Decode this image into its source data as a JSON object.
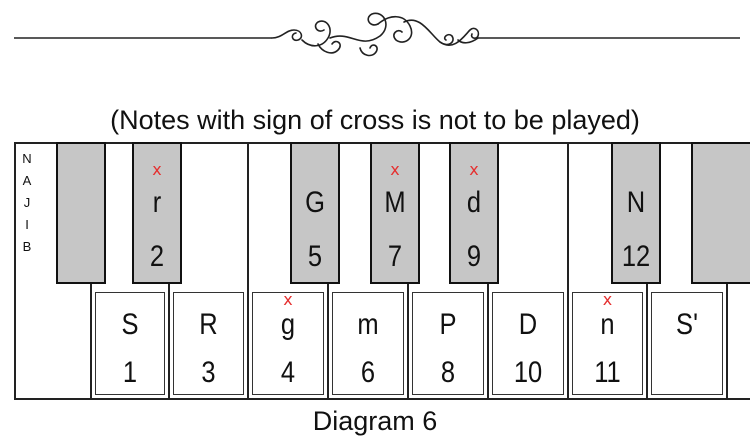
{
  "top_caption": "(Notes with sign of cross is not to be played)",
  "bottom_caption": "Diagram 6",
  "side_label": [
    "N",
    "A",
    "J",
    "I",
    "B"
  ],
  "cross_symbol": "x",
  "white_keys": [
    {
      "name": "",
      "number": "",
      "crossed": false
    },
    {
      "name": "S",
      "number": "1",
      "crossed": false
    },
    {
      "name": "R",
      "number": "3",
      "crossed": false
    },
    {
      "name": "g",
      "number": "4",
      "crossed": true
    },
    {
      "name": "m",
      "number": "6",
      "crossed": false
    },
    {
      "name": "P",
      "number": "8",
      "crossed": false
    },
    {
      "name": "D",
      "number": "10",
      "crossed": false
    },
    {
      "name": "n",
      "number": "11",
      "crossed": true
    },
    {
      "name": "S'",
      "number": "",
      "crossed": false
    },
    {
      "name": "",
      "number": "",
      "crossed": false
    }
  ],
  "black_keys": [
    {
      "name": "",
      "number": "",
      "crossed": false
    },
    {
      "name": "r",
      "number": "2",
      "crossed": true
    },
    {
      "name": "G",
      "number": "5",
      "crossed": false
    },
    {
      "name": "M",
      "number": "7",
      "crossed": true
    },
    {
      "name": "d",
      "number": "9",
      "crossed": true
    },
    {
      "name": "N",
      "number": "12",
      "crossed": false
    },
    {
      "name": "",
      "number": "",
      "crossed": false
    }
  ],
  "colors": {
    "black_key": "#c6c6c6",
    "cross": "#e53030",
    "outline": "#222222"
  }
}
